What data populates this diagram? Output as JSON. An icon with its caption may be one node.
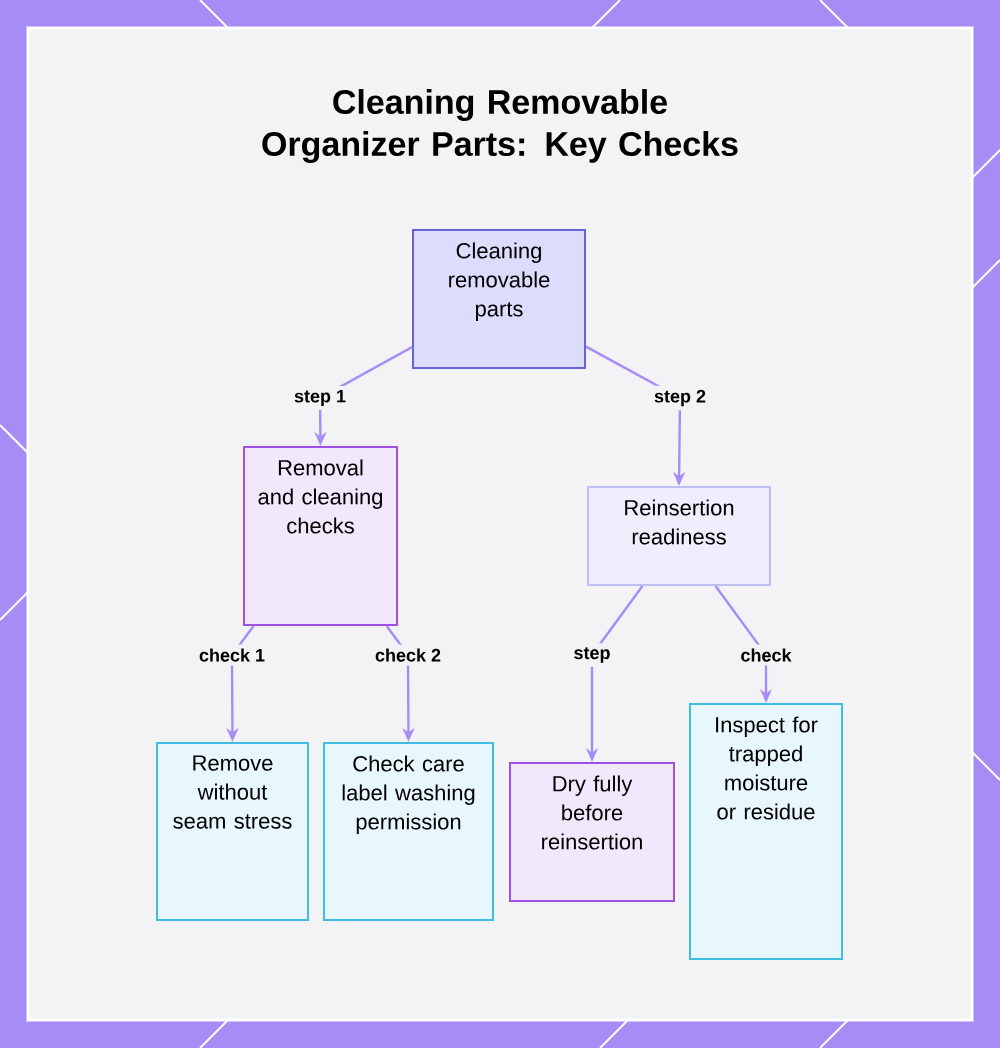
{
  "diagram": {
    "title": "Cleaning Removable Organizer Parts: Key Checks",
    "nodes": [
      {
        "text": [
          "Cleaning removable parts"
        ]
      },
      {
        "text": [
          "Removal and cleaning checks"
        ]
      },
      {
        "text": [
          "Reinsertion readiness"
        ]
      },
      {
        "text": [
          "Remove without seam stress"
        ]
      },
      {
        "text": [
          "Check care label washing permission"
        ]
      },
      {
        "text": [
          "Dry fully before reinsertion"
        ]
      },
      {
        "text": [
          "Inspect for trapped moisture or residue"
        ]
      }
    ],
    "edges": [
      {
        "from": 0,
        "to": 1,
        "arrow": "to",
        "label": "step 1"
      },
      {
        "from": 0,
        "to": 2,
        "arrow": "to",
        "label": "step 2"
      },
      {
        "from": 1,
        "to": 3,
        "arrow": "to",
        "label": "check 1"
      },
      {
        "from": 1,
        "to": 4,
        "arrow": "to",
        "label": "check 2"
      },
      {
        "from": 2,
        "to": 5,
        "arrow": "to",
        "label": "step"
      },
      {
        "from": 2,
        "to": 6,
        "arrow": "to",
        "label": "check"
      }
    ]
  }
}
